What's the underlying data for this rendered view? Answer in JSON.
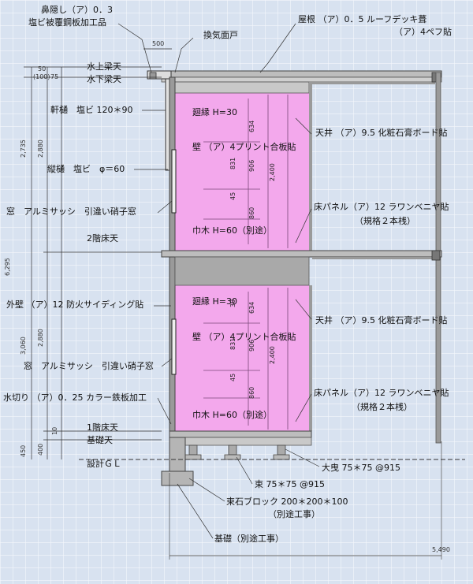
{
  "labels": {
    "hanakakushi": "鼻隠し（ア）0．3",
    "enbi": "塩ビ被覆鋼板加工品",
    "kanki": "換気面戸",
    "yane1": "屋根 （ア）0．5 ルーフデッキ葺",
    "yane2": "（ア）4ペフ貼",
    "mizuue": "水上梁天",
    "mizushita": "水下梁天",
    "nokidoi": "軒樋　塩ビ 120＊90",
    "tatedoi": "縦樋　塩ビ　φ＝60",
    "mawaribuchi_up": "廻縁 H=30",
    "kabe_up": "壁 （ア）4プリント合板貼",
    "tenjo_up": "天井 （ア）9.5 化粧石膏ボード貼",
    "mado_up": "窓　アルミサッシ　引違い硝子窓",
    "yuka_up1": "床パネル（ア）12 ラワンベニヤ貼",
    "yuka_up2": "（規格２本桟）",
    "habaki_up": "巾木 H=60（別途）",
    "nikai": "2階床天",
    "gaiheki": "外壁 （ア）12 防火サイディング貼",
    "mawaribuchi_lo": "廻縁 H=30",
    "tenjo_lo": "天井 （ア）9.5 化粧石膏ボード貼",
    "kabe_lo": "壁 （ア）4プリント合板貼",
    "mado_lo": "窓　アルミサッシ　引違い硝子窓",
    "mizukiri": "水切り （ア）0．25 カラー鉄板加工",
    "yuka_lo1": "床パネル（ア）12 ラワンベニヤ貼",
    "yuka_lo2": "（規格２本桟）",
    "habaki_lo": "巾木 H=60（別途）",
    "ikkai": "1階床天",
    "kiso_ten": "基礎天",
    "sekkei": "設計ＧＬ",
    "oobiki": "大曳 75＊75 @915",
    "tsuka": "束 75＊75 @915",
    "tsukaishi1": "束石ブロック 200＊200＊100",
    "tsukaishi2": "（別途工事）",
    "kiso": "基礎（別途工事）"
  },
  "dims": {
    "d500": "500",
    "d50": "50",
    "d100": "(100)",
    "d75": "75",
    "d2735": "2,735",
    "d2880a": "2,880",
    "d6295": "6,295",
    "d3060": "3,060",
    "d2880b": "2,880",
    "d450": "450",
    "d400": "400",
    "d10": "10",
    "d5490": "5,490",
    "u634": "634",
    "u831": "831",
    "u906": "906",
    "u2400": "2,400",
    "u45": "45",
    "u860": "860",
    "l30": "30",
    "l634": "634",
    "l831": "831",
    "l906": "906",
    "l2400": "2,400",
    "l45": "45",
    "l860": "860"
  },
  "colors": {
    "background": "#d8e2f0",
    "grid": "#f4f7fb",
    "room": "#f3a8ec",
    "structure": "#8a8a8a",
    "slab": "#a9a9a9"
  }
}
